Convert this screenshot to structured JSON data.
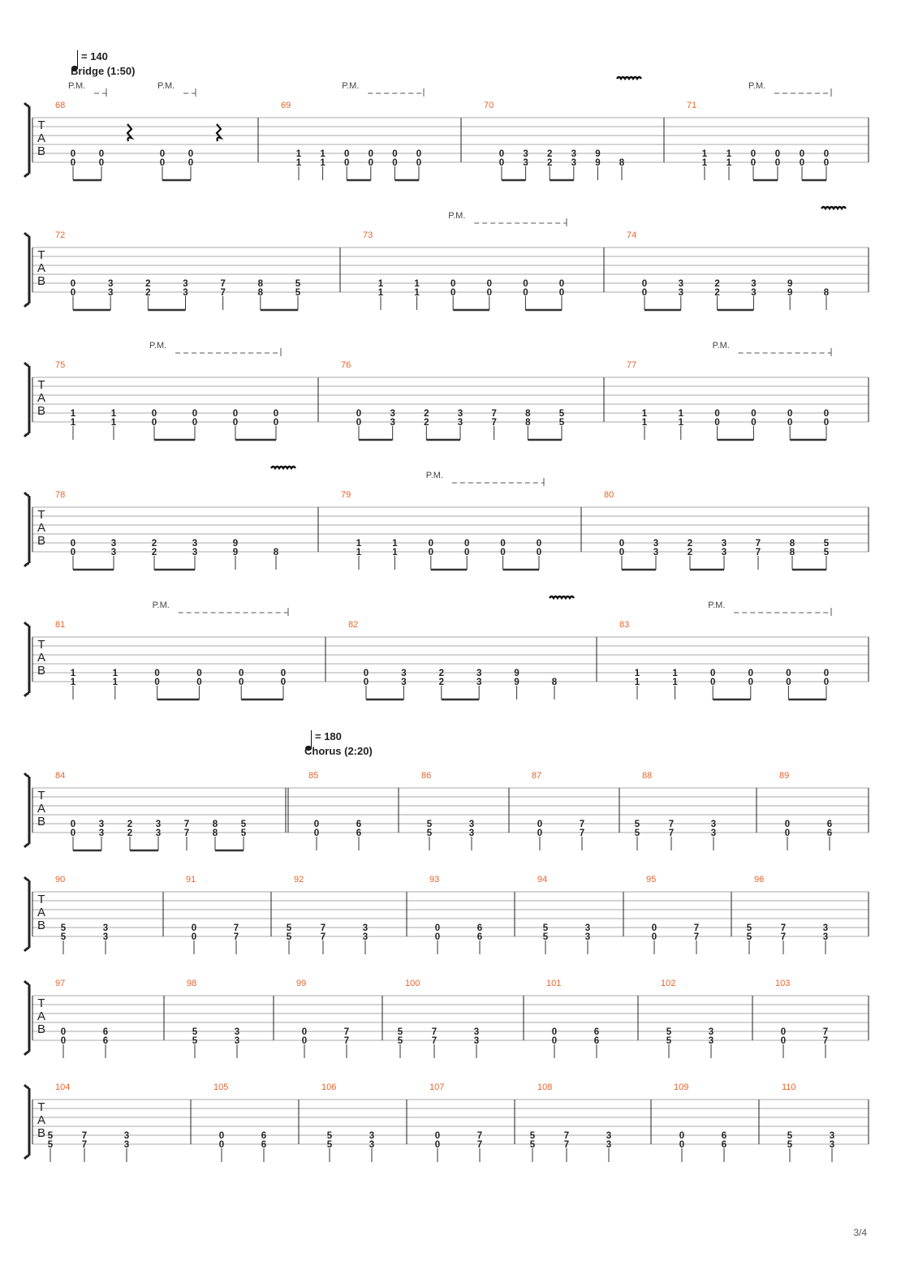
{
  "page": {
    "number": "3/4"
  },
  "markings": {
    "pm": "P.M.",
    "clef": [
      "T",
      "A",
      "B"
    ]
  },
  "tempos": [
    {
      "value": "= 140",
      "section": "Bridge (1:50)"
    },
    {
      "value": "= 180",
      "section": "Chorus (2:20)"
    }
  ],
  "systems": [
    {
      "bars": [
        {
          "number": "68",
          "beats": [
            [
              "0",
              "0"
            ],
            [
              "0",
              "0"
            ],
            "r",
            [
              "0",
              "0"
            ],
            [
              "0",
              "0"
            ],
            "r"
          ],
          "beams": [
            [
              0,
              1
            ],
            [
              3,
              4
            ]
          ],
          "pm": [
            {
              "from": 0,
              "to": 1
            },
            {
              "from": 3,
              "to": 4
            }
          ]
        },
        {
          "number": "69",
          "beats": [
            [
              "1",
              "1"
            ],
            [
              "1",
              "1"
            ],
            [
              "0",
              "0"
            ],
            [
              "0",
              "0"
            ],
            [
              "0",
              "0"
            ],
            [
              "0",
              "0"
            ]
          ],
          "beams": [
            [
              2,
              3
            ],
            [
              4,
              5
            ]
          ],
          "pm": [
            {
              "from": 2,
              "to": 5
            }
          ]
        },
        {
          "number": "70",
          "beats": [
            [
              "0",
              "0"
            ],
            [
              "3",
              "3"
            ],
            [
              "2",
              "2"
            ],
            [
              "3",
              "3"
            ],
            [
              "9",
              "9"
            ],
            [
              null,
              "8"
            ]
          ],
          "beams": [
            [
              0,
              1
            ],
            [
              2,
              3
            ]
          ],
          "vib": {
            "at": 5
          }
        },
        {
          "number": "71",
          "beats": [
            [
              "1",
              "1"
            ],
            [
              "1",
              "1"
            ],
            [
              "0",
              "0"
            ],
            [
              "0",
              "0"
            ],
            [
              "0",
              "0"
            ],
            [
              "0",
              "0"
            ]
          ],
          "beams": [
            [
              2,
              3
            ],
            [
              4,
              5
            ]
          ],
          "pm": [
            {
              "from": 2,
              "to": 5
            }
          ]
        }
      ]
    },
    {
      "bars": [
        {
          "number": "72",
          "beats": [
            [
              "0",
              "0"
            ],
            [
              "3",
              "3"
            ],
            [
              "2",
              "2"
            ],
            [
              "3",
              "3"
            ],
            [
              "7",
              "7"
            ],
            [
              "8",
              "8"
            ],
            [
              "5",
              "5"
            ]
          ],
          "beams": [
            [
              0,
              1
            ],
            [
              2,
              3
            ],
            [
              5,
              6
            ]
          ]
        },
        {
          "number": "73",
          "beats": [
            [
              "1",
              "1"
            ],
            [
              "1",
              "1"
            ],
            [
              "0",
              "0"
            ],
            [
              "0",
              "0"
            ],
            [
              "0",
              "0"
            ],
            [
              "0",
              "0"
            ]
          ],
          "beams": [
            [
              2,
              3
            ],
            [
              4,
              5
            ]
          ],
          "pm": [
            {
              "from": 2,
              "to": 5
            }
          ]
        },
        {
          "number": "74",
          "beats": [
            [
              "0",
              "0"
            ],
            [
              "3",
              "3"
            ],
            [
              "2",
              "2"
            ],
            [
              "3",
              "3"
            ],
            [
              "9",
              "9"
            ],
            [
              null,
              "8"
            ]
          ],
          "beams": [
            [
              0,
              1
            ],
            [
              2,
              3
            ]
          ],
          "vib": {
            "at": 5
          }
        }
      ]
    },
    {
      "bars": [
        {
          "number": "75",
          "beats": [
            [
              "1",
              "1"
            ],
            [
              "1",
              "1"
            ],
            [
              "0",
              "0"
            ],
            [
              "0",
              "0"
            ],
            [
              "0",
              "0"
            ],
            [
              "0",
              "0"
            ]
          ],
          "beams": [
            [
              2,
              3
            ],
            [
              4,
              5
            ]
          ],
          "pm": [
            {
              "from": 2,
              "to": 5
            }
          ]
        },
        {
          "number": "76",
          "beats": [
            [
              "0",
              "0"
            ],
            [
              "3",
              "3"
            ],
            [
              "2",
              "2"
            ],
            [
              "3",
              "3"
            ],
            [
              "7",
              "7"
            ],
            [
              "8",
              "8"
            ],
            [
              "5",
              "5"
            ]
          ],
          "beams": [
            [
              0,
              1
            ],
            [
              2,
              3
            ],
            [
              5,
              6
            ]
          ]
        },
        {
          "number": "77",
          "beats": [
            [
              "1",
              "1"
            ],
            [
              "1",
              "1"
            ],
            [
              "0",
              "0"
            ],
            [
              "0",
              "0"
            ],
            [
              "0",
              "0"
            ],
            [
              "0",
              "0"
            ]
          ],
          "beams": [
            [
              2,
              3
            ],
            [
              4,
              5
            ]
          ],
          "pm": [
            {
              "from": 2,
              "to": 5
            }
          ]
        }
      ]
    },
    {
      "bars": [
        {
          "number": "78",
          "beats": [
            [
              "0",
              "0"
            ],
            [
              "3",
              "3"
            ],
            [
              "2",
              "2"
            ],
            [
              "3",
              "3"
            ],
            [
              "9",
              "9"
            ],
            [
              null,
              "8"
            ]
          ],
          "beams": [
            [
              0,
              1
            ],
            [
              2,
              3
            ]
          ],
          "vib": {
            "at": 5
          }
        },
        {
          "number": "79",
          "beats": [
            [
              "1",
              "1"
            ],
            [
              "1",
              "1"
            ],
            [
              "0",
              "0"
            ],
            [
              "0",
              "0"
            ],
            [
              "0",
              "0"
            ],
            [
              "0",
              "0"
            ]
          ],
          "beams": [
            [
              2,
              3
            ],
            [
              4,
              5
            ]
          ],
          "pm": [
            {
              "from": 2,
              "to": 5
            }
          ]
        },
        {
          "number": "80",
          "beats": [
            [
              "0",
              "0"
            ],
            [
              "3",
              "3"
            ],
            [
              "2",
              "2"
            ],
            [
              "3",
              "3"
            ],
            [
              "7",
              "7"
            ],
            [
              "8",
              "8"
            ],
            [
              "5",
              "5"
            ]
          ],
          "beams": [
            [
              0,
              1
            ],
            [
              2,
              3
            ],
            [
              5,
              6
            ]
          ]
        }
      ]
    },
    {
      "bars": [
        {
          "number": "81",
          "beats": [
            [
              "1",
              "1"
            ],
            [
              "1",
              "1"
            ],
            [
              "0",
              "0"
            ],
            [
              "0",
              "0"
            ],
            [
              "0",
              "0"
            ],
            [
              "0",
              "0"
            ]
          ],
          "beams": [
            [
              2,
              3
            ],
            [
              4,
              5
            ]
          ],
          "pm": [
            {
              "from": 2,
              "to": 5
            }
          ]
        },
        {
          "number": "82",
          "beats": [
            [
              "0",
              "0"
            ],
            [
              "3",
              "3"
            ],
            [
              "2",
              "2"
            ],
            [
              "3",
              "3"
            ],
            [
              "9",
              "9"
            ],
            [
              null,
              "8"
            ]
          ],
          "beams": [
            [
              0,
              1
            ],
            [
              2,
              3
            ]
          ],
          "vib": {
            "at": 5
          }
        },
        {
          "number": "83",
          "beats": [
            [
              "1",
              "1"
            ],
            [
              "1",
              "1"
            ],
            [
              "0",
              "0"
            ],
            [
              "0",
              "0"
            ],
            [
              "0",
              "0"
            ],
            [
              "0",
              "0"
            ]
          ],
          "beams": [
            [
              2,
              3
            ],
            [
              4,
              5
            ]
          ],
          "pm": [
            {
              "from": 2,
              "to": 5
            }
          ]
        }
      ]
    },
    {
      "bars": [
        {
          "number": "84",
          "beats": [
            [
              "0",
              "0"
            ],
            [
              "3",
              "3"
            ],
            [
              "2",
              "2"
            ],
            [
              "3",
              "3"
            ],
            [
              "7",
              "7"
            ],
            [
              "8",
              "8"
            ],
            [
              "5",
              "5"
            ]
          ],
          "beams": [
            [
              0,
              1
            ],
            [
              2,
              3
            ],
            [
              5,
              6
            ]
          ]
        },
        {
          "number": "85",
          "beats": [
            [
              "0",
              "0"
            ],
            [
              "6",
              "6"
            ]
          ],
          "beams": []
        },
        {
          "number": "86",
          "beats": [
            [
              "5",
              "5"
            ],
            [
              "3",
              "3"
            ]
          ],
          "beams": []
        },
        {
          "number": "87",
          "beats": [
            [
              "0",
              "0"
            ],
            [
              "7",
              "7"
            ]
          ],
          "beams": []
        },
        {
          "number": "88",
          "beats": [
            [
              "5",
              "5"
            ],
            [
              "7",
              "7"
            ],
            [
              "3",
              "3"
            ]
          ],
          "beams": []
        },
        {
          "number": "89",
          "beats": [
            [
              "0",
              "0"
            ],
            [
              "6",
              "6"
            ]
          ],
          "beams": []
        }
      ]
    },
    {
      "bars": [
        {
          "number": "90",
          "beats": [
            [
              "5",
              "5"
            ],
            [
              "3",
              "3"
            ]
          ],
          "beams": []
        },
        {
          "number": "91",
          "beats": [
            [
              "0",
              "0"
            ],
            [
              "7",
              "7"
            ]
          ],
          "beams": []
        },
        {
          "number": "92",
          "beats": [
            [
              "5",
              "5"
            ],
            [
              "7",
              "7"
            ],
            [
              "3",
              "3"
            ]
          ],
          "beams": []
        },
        {
          "number": "93",
          "beats": [
            [
              "0",
              "0"
            ],
            [
              "6",
              "6"
            ]
          ],
          "beams": []
        },
        {
          "number": "94",
          "beats": [
            [
              "5",
              "5"
            ],
            [
              "3",
              "3"
            ]
          ],
          "beams": []
        },
        {
          "number": "95",
          "beats": [
            [
              "0",
              "0"
            ],
            [
              "7",
              "7"
            ]
          ],
          "beams": []
        },
        {
          "number": "96",
          "beats": [
            [
              "5",
              "5"
            ],
            [
              "7",
              "7"
            ],
            [
              "3",
              "3"
            ]
          ],
          "beams": []
        }
      ]
    },
    {
      "bars": [
        {
          "number": "97",
          "beats": [
            [
              "0",
              "0"
            ],
            [
              "6",
              "6"
            ]
          ],
          "beams": []
        },
        {
          "number": "98",
          "beats": [
            [
              "5",
              "5"
            ],
            [
              "3",
              "3"
            ]
          ],
          "beams": []
        },
        {
          "number": "99",
          "beats": [
            [
              "0",
              "0"
            ],
            [
              "7",
              "7"
            ]
          ],
          "beams": []
        },
        {
          "number": "100",
          "beats": [
            [
              "5",
              "5"
            ],
            [
              "7",
              "7"
            ],
            [
              "3",
              "3"
            ]
          ],
          "beams": []
        },
        {
          "number": "101",
          "beats": [
            [
              "0",
              "0"
            ],
            [
              "6",
              "6"
            ]
          ],
          "beams": []
        },
        {
          "number": "102",
          "beats": [
            [
              "5",
              "5"
            ],
            [
              "3",
              "3"
            ]
          ],
          "beams": []
        },
        {
          "number": "103",
          "beats": [
            [
              "0",
              "0"
            ],
            [
              "7",
              "7"
            ]
          ],
          "beams": []
        }
      ]
    },
    {
      "bars": [
        {
          "number": "104",
          "beats": [
            [
              "5",
              "5"
            ],
            [
              "7",
              "7"
            ],
            [
              "3",
              "3"
            ]
          ],
          "beams": []
        },
        {
          "number": "105",
          "beats": [
            [
              "0",
              "0"
            ],
            [
              "6",
              "6"
            ]
          ],
          "beams": []
        },
        {
          "number": "106",
          "beats": [
            [
              "5",
              "5"
            ],
            [
              "3",
              "3"
            ]
          ],
          "beams": []
        },
        {
          "number": "107",
          "beats": [
            [
              "0",
              "0"
            ],
            [
              "7",
              "7"
            ]
          ],
          "beams": []
        },
        {
          "number": "108",
          "beats": [
            [
              "5",
              "5"
            ],
            [
              "7",
              "7"
            ],
            [
              "3",
              "3"
            ]
          ],
          "beams": []
        },
        {
          "number": "109",
          "beats": [
            [
              "0",
              "0"
            ],
            [
              "6",
              "6"
            ]
          ],
          "beams": []
        },
        {
          "number": "110",
          "beats": [
            [
              "5",
              "5"
            ],
            [
              "3",
              "3"
            ]
          ],
          "beams": []
        }
      ]
    }
  ]
}
